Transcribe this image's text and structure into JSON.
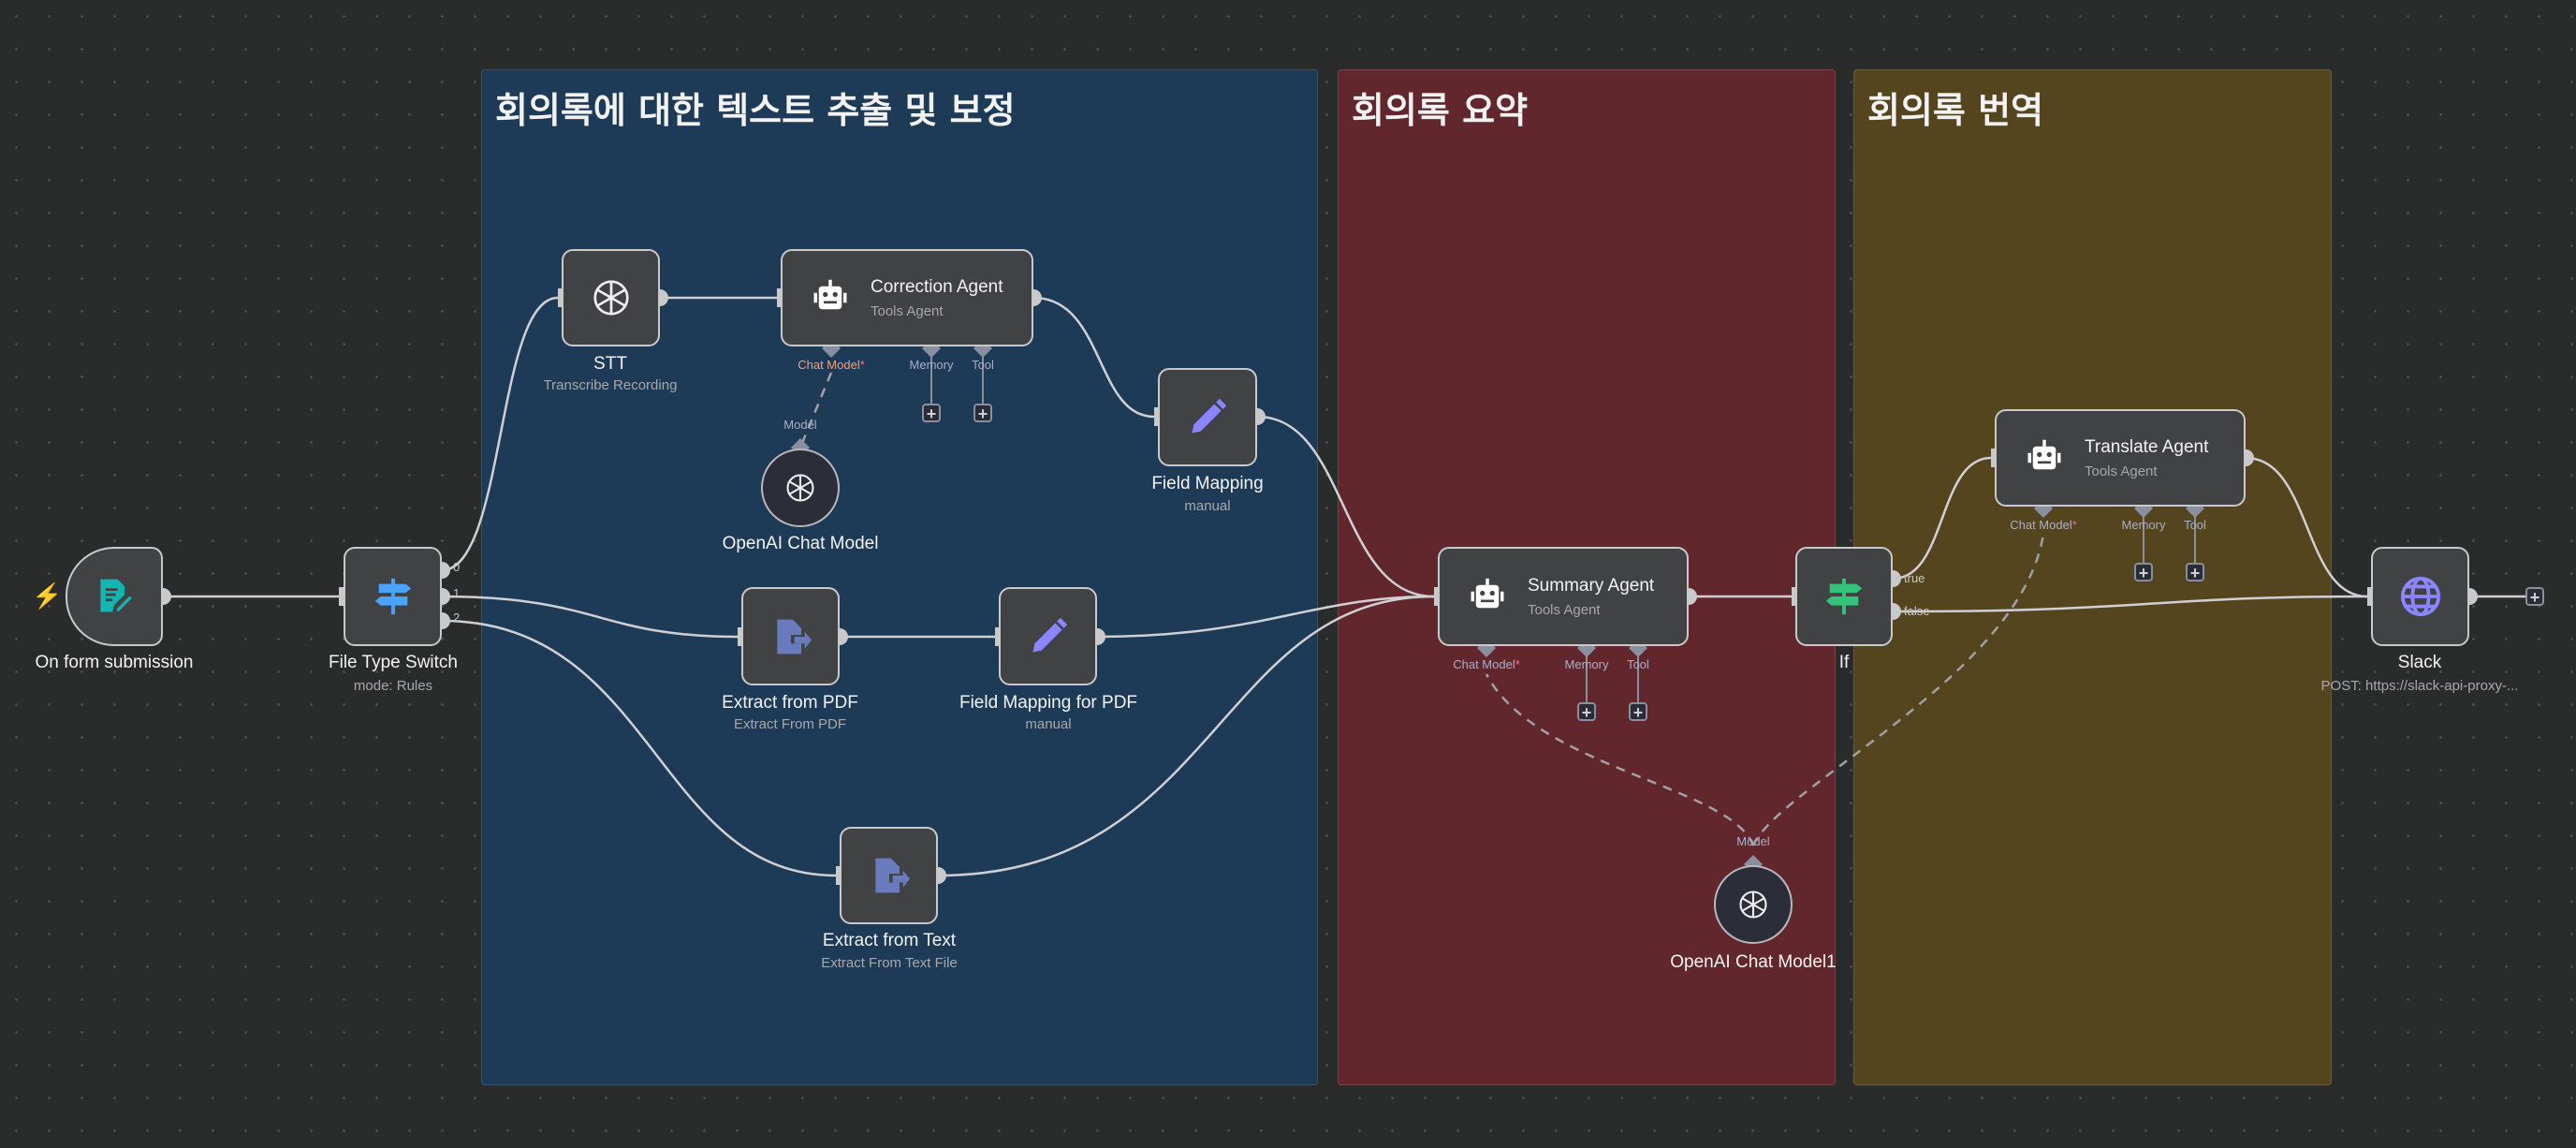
{
  "groups": [
    {
      "title": "회의록에 대한 텍스트 추출 및 보정",
      "color": "#1d3a56"
    },
    {
      "title": "회의록 요약",
      "color": "#62272d"
    },
    {
      "title": "회의록 번역",
      "color": "#54451f"
    }
  ],
  "nodes": {
    "form": {
      "label": "On form submission",
      "icon": "form-edit-icon"
    },
    "switch": {
      "label": "File Type Switch",
      "subtitle": "mode: Rules",
      "outputs": [
        "0",
        "1",
        "2"
      ]
    },
    "stt": {
      "label": "STT",
      "subtitle": "Transcribe Recording"
    },
    "correction": {
      "label": "Correction Agent",
      "subtitle": "Tools Agent",
      "ports": [
        "Chat Model",
        "Memory",
        "Tool"
      ],
      "required": "*"
    },
    "openai1": {
      "label": "OpenAI Chat Model",
      "port": "Model"
    },
    "fieldmap": {
      "label": "Field Mapping",
      "subtitle": "manual"
    },
    "extractpdf": {
      "label": "Extract from PDF",
      "subtitle": "Extract From PDF"
    },
    "fieldmappdf": {
      "label": "Field Mapping for PDF",
      "subtitle": "manual"
    },
    "extracttext": {
      "label": "Extract from Text",
      "subtitle": "Extract From Text File"
    },
    "summary": {
      "label": "Summary Agent",
      "subtitle": "Tools Agent",
      "ports": [
        "Chat Model",
        "Memory",
        "Tool"
      ],
      "required": "*"
    },
    "if": {
      "label": "If",
      "outputs": [
        "true",
        "false"
      ]
    },
    "translate": {
      "label": "Translate Agent",
      "subtitle": "Tools Agent",
      "ports": [
        "Chat Model",
        "Memory",
        "Tool"
      ],
      "required": "*"
    },
    "openai2": {
      "label": "OpenAI Chat Model1",
      "port": "Model"
    },
    "slack": {
      "label": "Slack",
      "subtitle": "POST: https://slack-api-proxy-..."
    }
  },
  "plus": "+",
  "colors": {
    "trigger": "#ff5a3c",
    "form": "#12b5b0",
    "switch": "#4aa3ff",
    "edit": "#8b85ff",
    "extract": "#6a7bbd",
    "if": "#35c27a",
    "globe": "#8b85ff"
  }
}
